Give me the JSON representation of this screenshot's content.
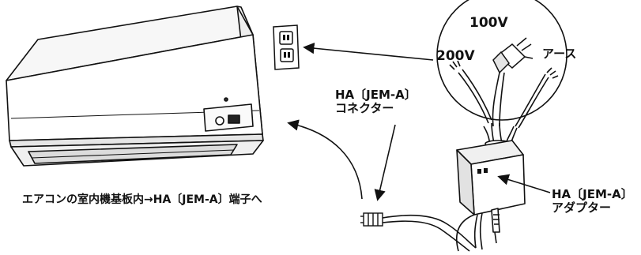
{
  "labels": {
    "voltage_100v": "100V",
    "voltage_200v": "200V",
    "earth": "アース",
    "connector_line1": "HA〔JEM-A〕",
    "connector_line2": "コネクター",
    "adapter_line1": "HA〔JEM-A〕",
    "adapter_line2": "アダプター",
    "instruction": "エアコンの室内機基板内→HA〔JEM-A〕端子へ"
  },
  "colors": {
    "line": "#111111",
    "fill": "#ffffff",
    "shade": "#d8d8d8",
    "dark": "#333333"
  },
  "icons": {
    "air_conditioner": "air-conditioner-unit",
    "wall_outlet": "wall-outlet",
    "power_plug": "power-plug",
    "adapter": "ha-adapter-box",
    "connector": "ha-connector-plug"
  }
}
